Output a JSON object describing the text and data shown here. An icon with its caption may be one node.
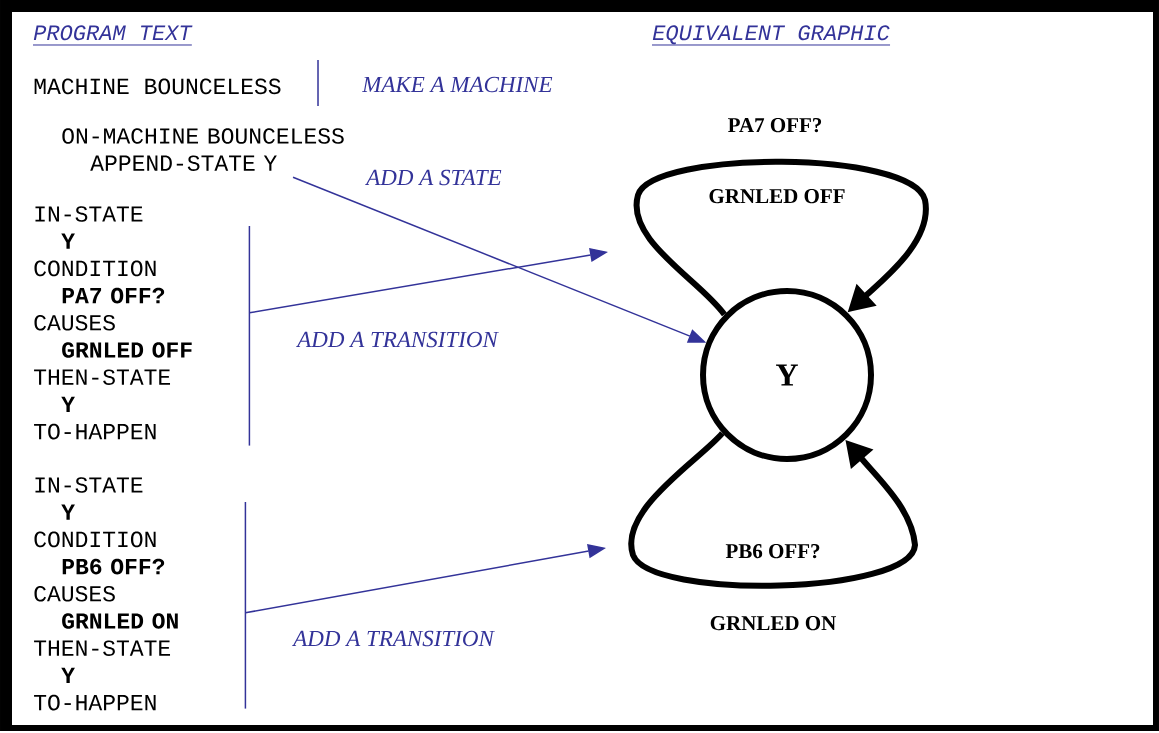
{
  "diagram": {
    "nodes": [
      {
        "text": [
          "Y"
        ]
      },
      {
        "text": [
          "ON-MACHINE BOUNCELESS",
          "APPEND-STATE Y"
        ]
      },
      {
        "text": [
          "IN-STATE",
          "Y",
          "CONDITION",
          "PA7 OFF?",
          "CAUSES",
          "GRNLED OFF",
          "THEN-STATE",
          "Y",
          "TO-HAPPEN"
        ]
      },
      {
        "text": [
          "IN-STATE",
          "Y",
          "CONDITION",
          "PB6 OFF?",
          "CAUSES",
          "GRNLED ON",
          "THEN-STATE",
          "Y",
          "TO-HAPPEN"
        ]
      }
    ],
    "edges": [
      {
        "from": 1,
        "to": 0,
        "arrow": "to",
        "label": "ADD A STATE"
      },
      {
        "from": 2,
        "to": null,
        "arrow": "to",
        "label": "ADD A TRANSITION"
      },
      {
        "from": 0,
        "to": 0,
        "arrow": "to",
        "style": "thick",
        "color": "#000000"
      },
      {
        "from": 3,
        "to": null,
        "arrow": "to",
        "label": "ADD A TRANSITION"
      },
      {
        "from": 0,
        "to": 0,
        "arrow": "to",
        "style": "thick",
        "color": "#000000"
      }
    ],
    "labels": [
      "PROGRAM TEXT",
      "EQUIVALENT GRAPHIC",
      "MACHINE BOUNCELESS",
      "MAKE A MACHINE",
      "PA7 OFF?",
      "GRNLED OFF",
      "PB6 OFF?",
      "GRNLED ON"
    ]
  }
}
